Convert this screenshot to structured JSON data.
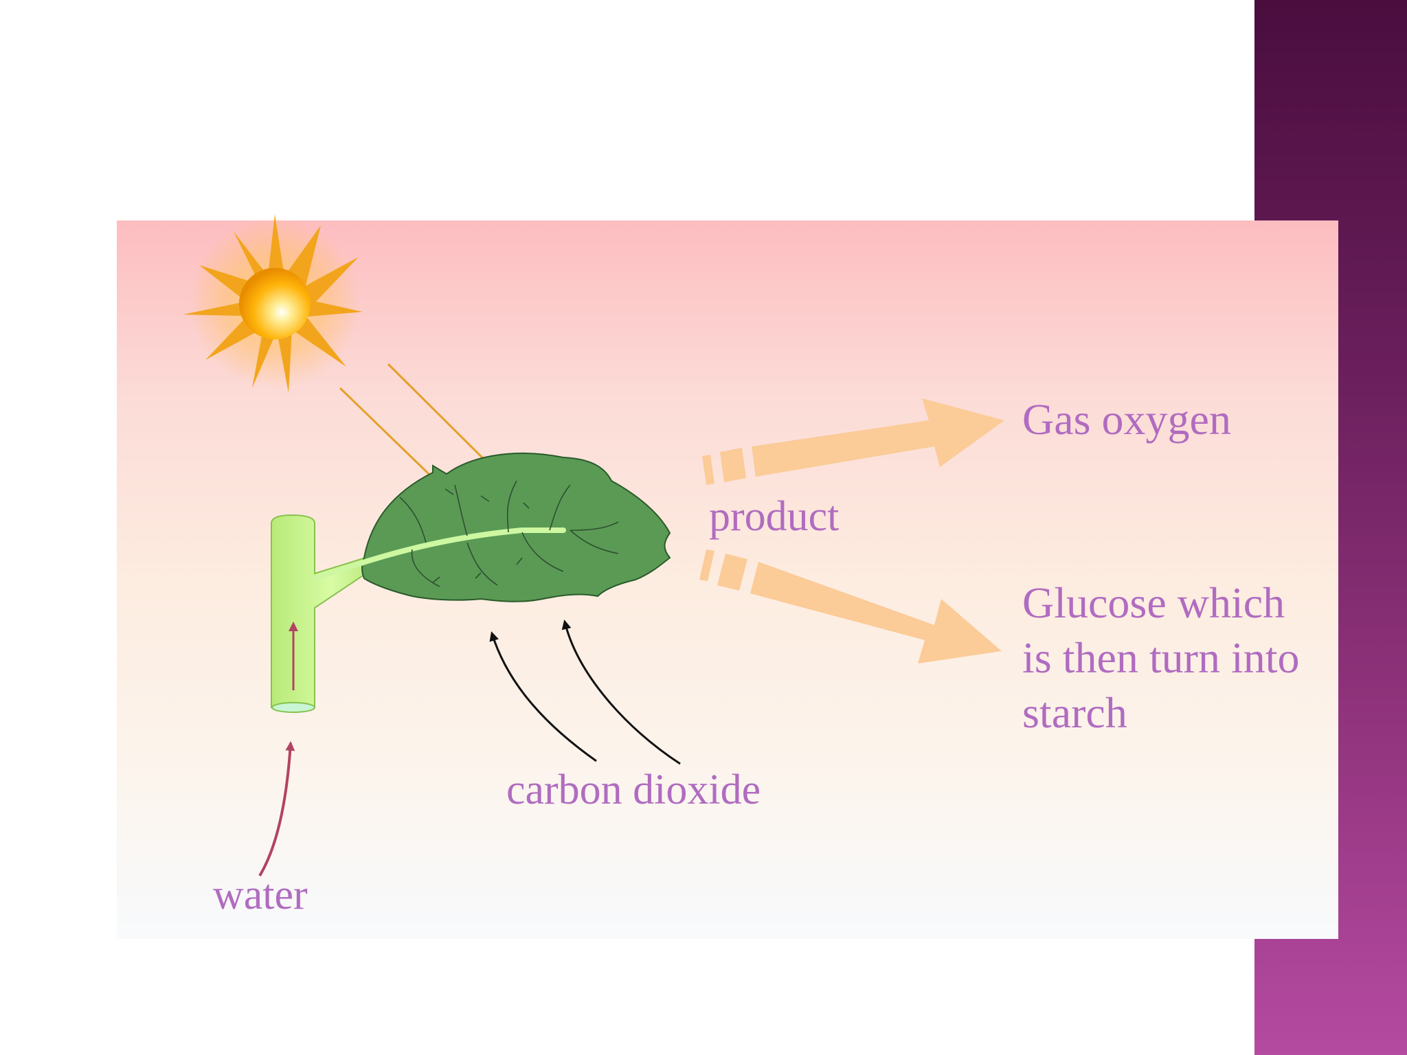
{
  "diagram": {
    "labels": {
      "oxygen": "Gas oxygen",
      "product": "product",
      "glucose": "Glucose which is then turn into starch",
      "carbon_dioxide": "carbon dioxide",
      "water": "water"
    },
    "colors": {
      "label_text": "#b06cc0",
      "panel_top": "#fdbdc0",
      "panel_bottom": "#f8fafc",
      "side_bar_top": "#4a0d3e",
      "side_bar_bottom": "#b54aa1",
      "leaf": "#5a9a55",
      "stem": "#c9f28e",
      "product_arrow": "#fbcb98",
      "sun_ray_arrow": "#e3a02a",
      "water_arrow": "#b24363",
      "co2_arrow": "#111111"
    },
    "icons": [
      "sun-icon",
      "leaf-icon",
      "stem-icon"
    ]
  }
}
